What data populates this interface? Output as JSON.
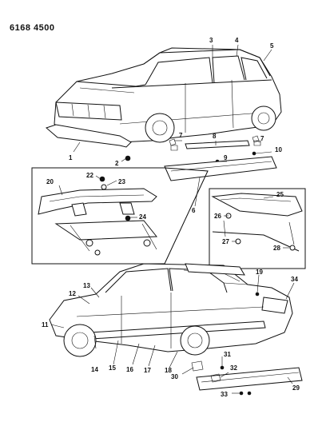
{
  "header": {
    "code": "6168 4500"
  },
  "callouts": [
    "1",
    "2",
    "3",
    "4",
    "5",
    "6",
    "7",
    "7",
    "8",
    "9",
    "10",
    "11",
    "12",
    "13",
    "14",
    "15",
    "16",
    "17",
    "18",
    "19",
    "20",
    "22",
    "23",
    "24",
    "25",
    "26",
    "27",
    "28",
    "29",
    "30",
    "31",
    "32",
    "33",
    "34"
  ]
}
